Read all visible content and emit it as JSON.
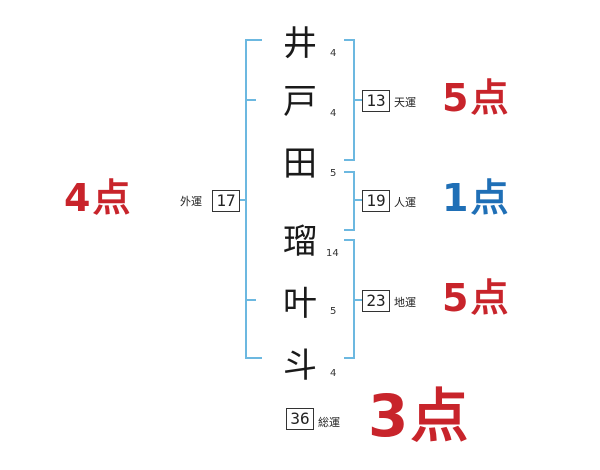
{
  "name": {
    "chars": [
      "井",
      "戸",
      "田",
      "瑠",
      "叶",
      "斗"
    ],
    "strokes": [
      "4",
      "4",
      "5",
      "14",
      "5",
      "4"
    ]
  },
  "fortunes": {
    "tenkaku": {
      "label": "天運",
      "value": "13",
      "score": "5点",
      "score_color": "#c8242b"
    },
    "jinkaku": {
      "label": "人運",
      "value": "19",
      "score": "1点",
      "score_color": "#1f6fb6"
    },
    "chikaku": {
      "label": "地運",
      "value": "23",
      "score": "5点",
      "score_color": "#c8242b"
    },
    "gaikaku": {
      "label": "外運",
      "value": "17",
      "score": "4点",
      "score_color": "#c8242b"
    },
    "soukaku": {
      "label": "総運",
      "value": "36",
      "score": "3点",
      "score_color": "#c8242b"
    }
  },
  "colors": {
    "bracket": "#6cb8e0",
    "red": "#c8242b",
    "blue": "#1f6fb6"
  }
}
